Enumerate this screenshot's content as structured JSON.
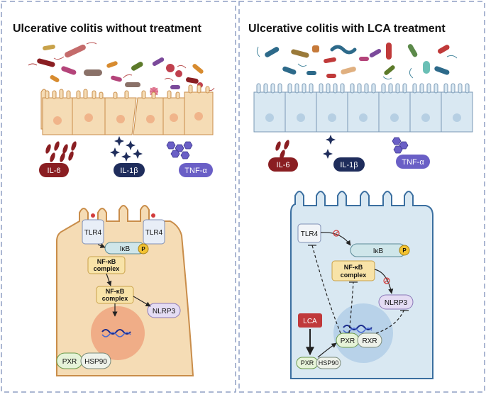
{
  "left_panel": {
    "title": "Ulcerative colitis without treatment",
    "cytokines": {
      "il6": "IL-6",
      "il1b": "IL-1β",
      "tnfa": "TNF-α"
    },
    "cell": {
      "tlr4_a": "TLR4",
      "tlr4_b": "TLR4",
      "ikb": "IκB",
      "p": "P",
      "nfkb1_line1": "NF-κB",
      "nfkb1_line2": "complex",
      "nfkb2_line1": "NF-κB",
      "nfkb2_line2": "complex",
      "nlrp3": "NLRP3",
      "pxr": "PXR",
      "hsp90": "HSP90"
    }
  },
  "right_panel": {
    "title": "Ulcerative colitis with LCA treatment",
    "cytokines": {
      "il6": "IL-6",
      "il1b": "IL-1β",
      "tnfa": "TNF-α"
    },
    "cell": {
      "tlr4": "TLR4",
      "ikb": "IκB",
      "p": "P",
      "nfkb_line1": "NF-κB",
      "nfkb_line2": "complex",
      "nlrp3": "NLRP3",
      "lca": "LCA",
      "pxr": "PXR",
      "rxr": "RXR",
      "pxr2": "PXR",
      "hsp90": "HSP90"
    }
  },
  "colors": {
    "tan_cell": "#f5dcb5",
    "tan_border": "#c98d4a",
    "blue_cell": "#d9e8f2",
    "blue_border": "#3b6fa0",
    "il6": "#8a1e22",
    "il1b": "#1f2d5c",
    "tnfa": "#6a5fc6",
    "panel_border": "#8f9fc4"
  }
}
